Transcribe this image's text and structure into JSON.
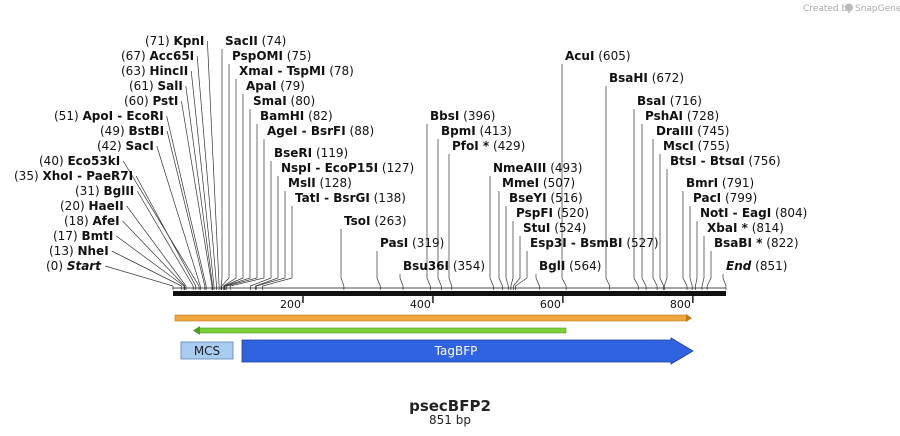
{
  "credit": {
    "prefix": "Created by",
    "brand": "SnapGene"
  },
  "map": {
    "name": "psecBFP2",
    "length_label": "851 bp",
    "length": 851,
    "ticks": [
      "200",
      "400",
      "600",
      "800"
    ],
    "tick_values": [
      200,
      400,
      600,
      800
    ]
  },
  "sites": [
    {
      "name": "Start",
      "pos": "(0)",
      "italic": true
    },
    {
      "name": "NheI",
      "pos": "(13)"
    },
    {
      "name": "BmtI",
      "pos": "(17)"
    },
    {
      "name": "AfeI",
      "pos": "(18)"
    },
    {
      "name": "HaeII",
      "pos": "(20)"
    },
    {
      "name": "BglII",
      "pos": "(31)"
    },
    {
      "name": "XhoI - PaeR7I",
      "pos": "(35)"
    },
    {
      "name": "Eco53kI",
      "pos": "(40)"
    },
    {
      "name": "SacI",
      "pos": "(42)"
    },
    {
      "name": "BstBI",
      "pos": "(49)"
    },
    {
      "name": "ApoI - EcoRI",
      "pos": "(51)"
    },
    {
      "name": "PstI",
      "pos": "(60)"
    },
    {
      "name": "SalI",
      "pos": "(61)"
    },
    {
      "name": "HincII",
      "pos": "(63)"
    },
    {
      "name": "Acc65I",
      "pos": "(67)"
    },
    {
      "name": "KpnI",
      "pos": "(71)"
    },
    {
      "name": "SacII",
      "pos": "(74)"
    },
    {
      "name": "PspOMI",
      "pos": "(75)"
    },
    {
      "name": "XmaI - TspMI",
      "pos": "(78)"
    },
    {
      "name": "ApaI",
      "pos": "(79)"
    },
    {
      "name": "SmaI",
      "pos": "(80)"
    },
    {
      "name": "BamHI",
      "pos": "(82)"
    },
    {
      "name": "AgeI - BsrFI",
      "pos": "(88)"
    },
    {
      "name": "BseRI",
      "pos": "(119)"
    },
    {
      "name": "NspI - EcoP15I",
      "pos": "(127)"
    },
    {
      "name": "MslI",
      "pos": "(128)"
    },
    {
      "name": "TatI - BsrGI",
      "pos": "(138)"
    },
    {
      "name": "TsoI",
      "pos": "(263)"
    },
    {
      "name": "PasI",
      "pos": "(319)"
    },
    {
      "name": "Bsu36I",
      "pos": "(354)"
    },
    {
      "name": "BbsI",
      "pos": "(396)"
    },
    {
      "name": "BpmI",
      "pos": "(413)"
    },
    {
      "name": "PfoI *",
      "pos": "(429)"
    },
    {
      "name": "NmeAIII",
      "pos": "(493)"
    },
    {
      "name": "MmeI",
      "pos": "(507)"
    },
    {
      "name": "BseYI",
      "pos": "(516)"
    },
    {
      "name": "PspFI",
      "pos": "(520)"
    },
    {
      "name": "StuI",
      "pos": "(524)"
    },
    {
      "name": "Esp3I - BsmBI",
      "pos": "(527)"
    },
    {
      "name": "BglI",
      "pos": "(564)"
    },
    {
      "name": "AcuI",
      "pos": "(605)"
    },
    {
      "name": "BsaHI",
      "pos": "(672)"
    },
    {
      "name": "BsaI",
      "pos": "(716)"
    },
    {
      "name": "PshAI",
      "pos": "(728)"
    },
    {
      "name": "DraIII",
      "pos": "(745)"
    },
    {
      "name": "MscI",
      "pos": "(755)"
    },
    {
      "name": "BtsI - BtsαI",
      "pos": "(756)"
    },
    {
      "name": "BmrI",
      "pos": "(791)"
    },
    {
      "name": "PacI",
      "pos": "(799)"
    },
    {
      "name": "NotI - EagI",
      "pos": "(804)"
    },
    {
      "name": "XbaI *",
      "pos": "(814)"
    },
    {
      "name": "BsaBI *",
      "pos": "(822)"
    },
    {
      "name": "End",
      "pos": "(851)",
      "italic": true
    }
  ],
  "features": {
    "mcs": "MCS",
    "tagbfp": "TagBFP"
  },
  "colors": {
    "backbone": "#111111",
    "orange_band": "#f0a53c",
    "green_arrow": "#7ccf3a",
    "mcs_fill": "#a9cdf1",
    "tagbfp_fill": "#2f63e0"
  }
}
